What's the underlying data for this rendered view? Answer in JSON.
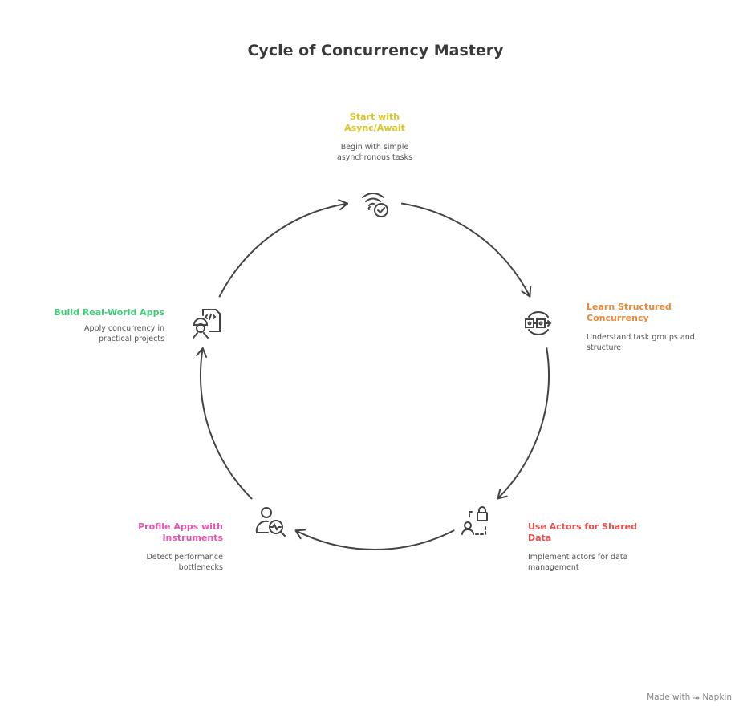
{
  "title": "Cycle of Concurrency Mastery",
  "steps": [
    {
      "title_line1": "Start with",
      "title_line2": "Async/Await",
      "desc_line1": "Begin with simple",
      "desc_line2": "asynchronous tasks",
      "color": "#dcc61e",
      "icon": "wifi-check-icon"
    },
    {
      "title_line1": "Learn Structured",
      "title_line2": "Concurrency",
      "desc_line1": "Understand task groups and",
      "desc_line2": "structure",
      "color": "#e8893a",
      "icon": "structured-flow-icon"
    },
    {
      "title_line1": "Use Actors for Shared",
      "title_line2": "Data",
      "desc_line1": "Implement actors for data",
      "desc_line2": "management",
      "color": "#e5524f",
      "icon": "user-lock-icon"
    },
    {
      "title_line1": "Profile Apps with",
      "title_line2": "Instruments",
      "desc_line1": "Detect performance",
      "desc_line2": "bottlenecks",
      "color": "#e057b0",
      "icon": "user-monitor-icon"
    },
    {
      "title_line1": "Build Real-World Apps",
      "title_line2": "",
      "desc_line1": "Apply concurrency in",
      "desc_line2": "practical projects",
      "color": "#3ecb78",
      "icon": "developer-code-icon"
    }
  ],
  "footer": {
    "label": "Made with",
    "brand": "Napkin"
  }
}
